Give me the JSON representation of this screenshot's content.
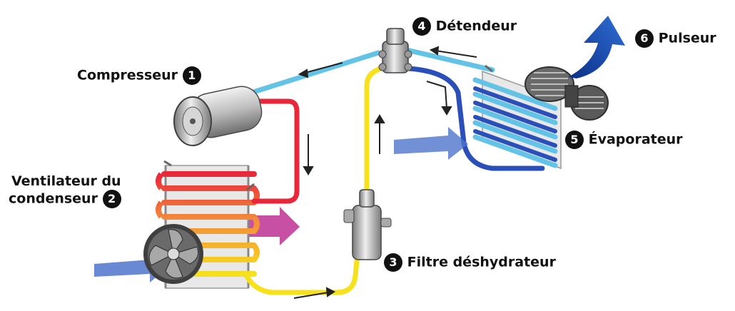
{
  "labels": {
    "compresseur": {
      "number": "1",
      "text": "Compresseur"
    },
    "ventilateur": {
      "number": "2",
      "line1": "Ventilateur du",
      "line2": "condenseur"
    },
    "filtre": {
      "number": "3",
      "text": "Filtre déshydrateur"
    },
    "detendeur": {
      "number": "4",
      "text": "Détendeur"
    },
    "evaporateur": {
      "number": "5",
      "text": "Évaporateur"
    },
    "pulseur": {
      "number": "6",
      "text": "Pulseur"
    }
  },
  "colors": {
    "hot_line": "#e8273a",
    "liquid_line": "#f7e01c",
    "low_pressure_line": "#2a4fb8",
    "suction_line": "#63c3e6",
    "cold_air": "#4f74cc",
    "warm_air": "#c13d9a",
    "text": "#111111"
  }
}
